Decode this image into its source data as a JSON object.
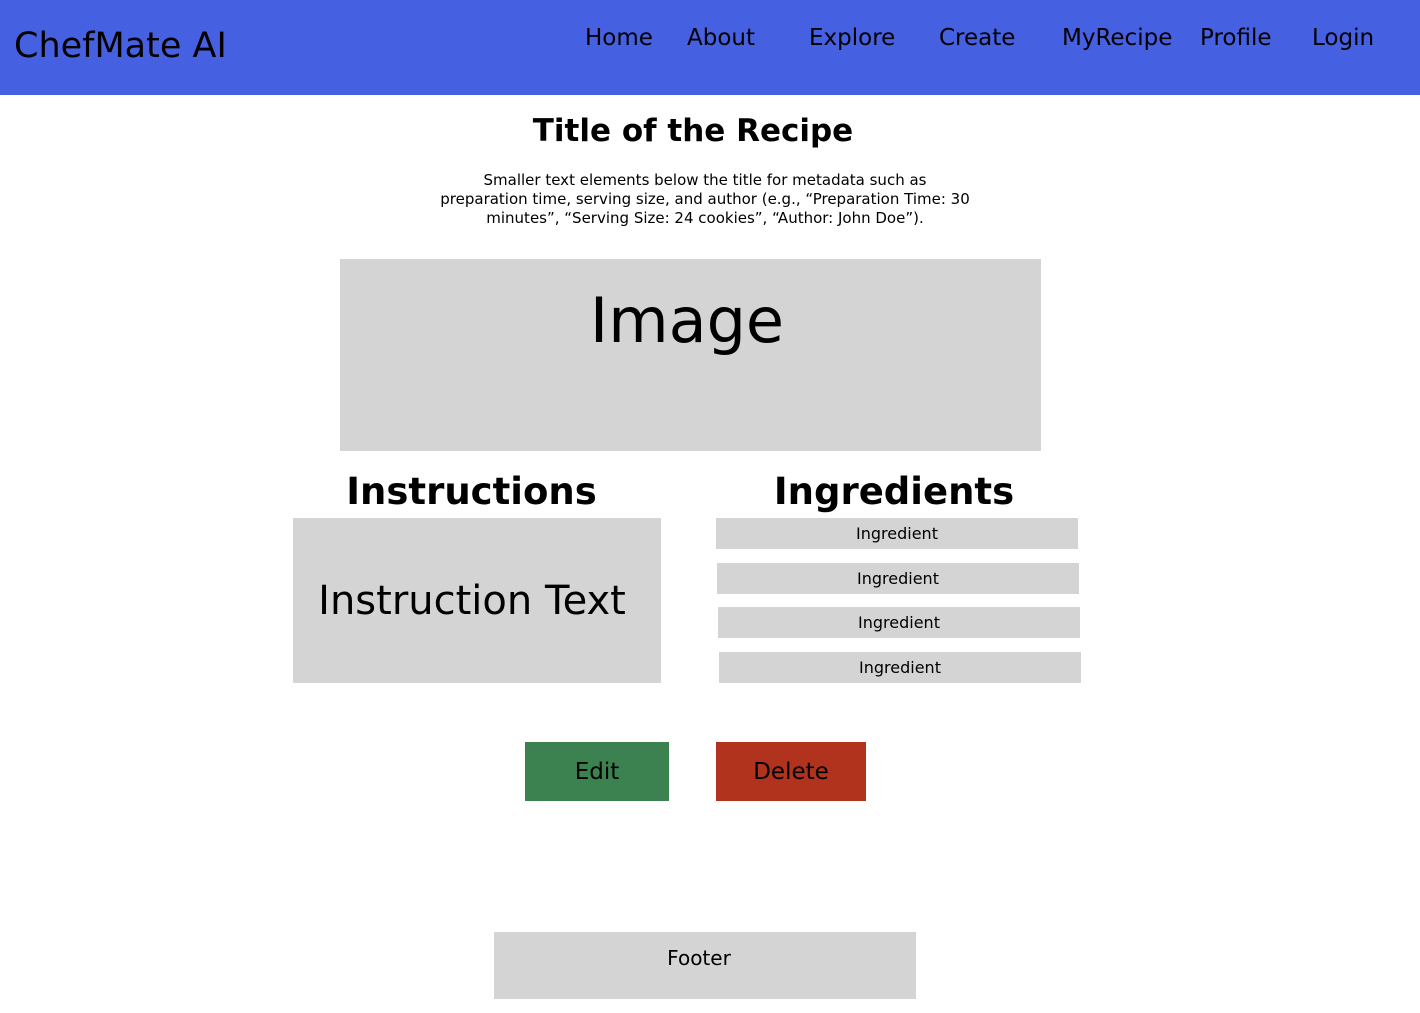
{
  "header": {
    "brand": "ChefMate AI",
    "nav": [
      {
        "label": "Home"
      },
      {
        "label": "About"
      },
      {
        "label": "Explore"
      },
      {
        "label": "Create"
      },
      {
        "label": "MyRecipe"
      },
      {
        "label": "Profile"
      },
      {
        "label": "Login"
      }
    ]
  },
  "recipe": {
    "title": "Title of the Recipe",
    "metadata": "Smaller text elements below the title for metadata such as preparation time, serving size, and author (e.g., “Preparation Time: 30 minutes”, “Serving Size: 24 cookies”, “Author: John Doe”).",
    "image_placeholder": "Image"
  },
  "instructions": {
    "heading": "Instructions",
    "text": "Instruction Text"
  },
  "ingredients": {
    "heading": "Ingredients",
    "items": [
      "Ingredient",
      "Ingredient",
      "Ingredient",
      "Ingredient"
    ]
  },
  "actions": {
    "edit_label": "Edit",
    "delete_label": "Delete"
  },
  "footer": {
    "label": "Footer"
  },
  "colors": {
    "header_bg": "#4560e0",
    "placeholder_gray": "#d4d4d4",
    "edit_green": "#3c8150",
    "delete_red": "#b1331e"
  }
}
